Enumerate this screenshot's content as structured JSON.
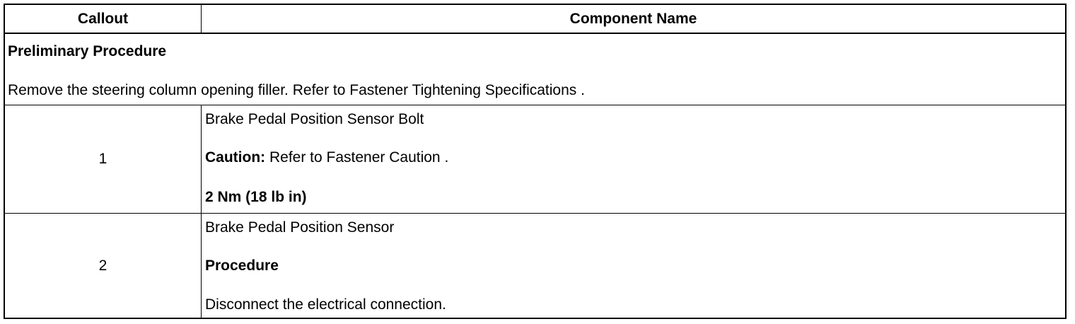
{
  "header": {
    "callout": "Callout",
    "component_name": "Component Name"
  },
  "preliminary": {
    "title": "Preliminary Procedure",
    "text": "Remove the steering column opening filler. Refer to Fastener Tightening Specifications ."
  },
  "items": [
    {
      "callout": "1",
      "name": "Brake Pedal Position Sensor Bolt",
      "caution_label": "Caution:",
      "caution_text": " Refer to Fastener Caution .",
      "torque": "2 Nm (18 lb in)"
    },
    {
      "callout": "2",
      "name": "Brake Pedal Position Sensor",
      "procedure_label": "Procedure",
      "procedure_text": "Disconnect the electrical connection."
    }
  ]
}
